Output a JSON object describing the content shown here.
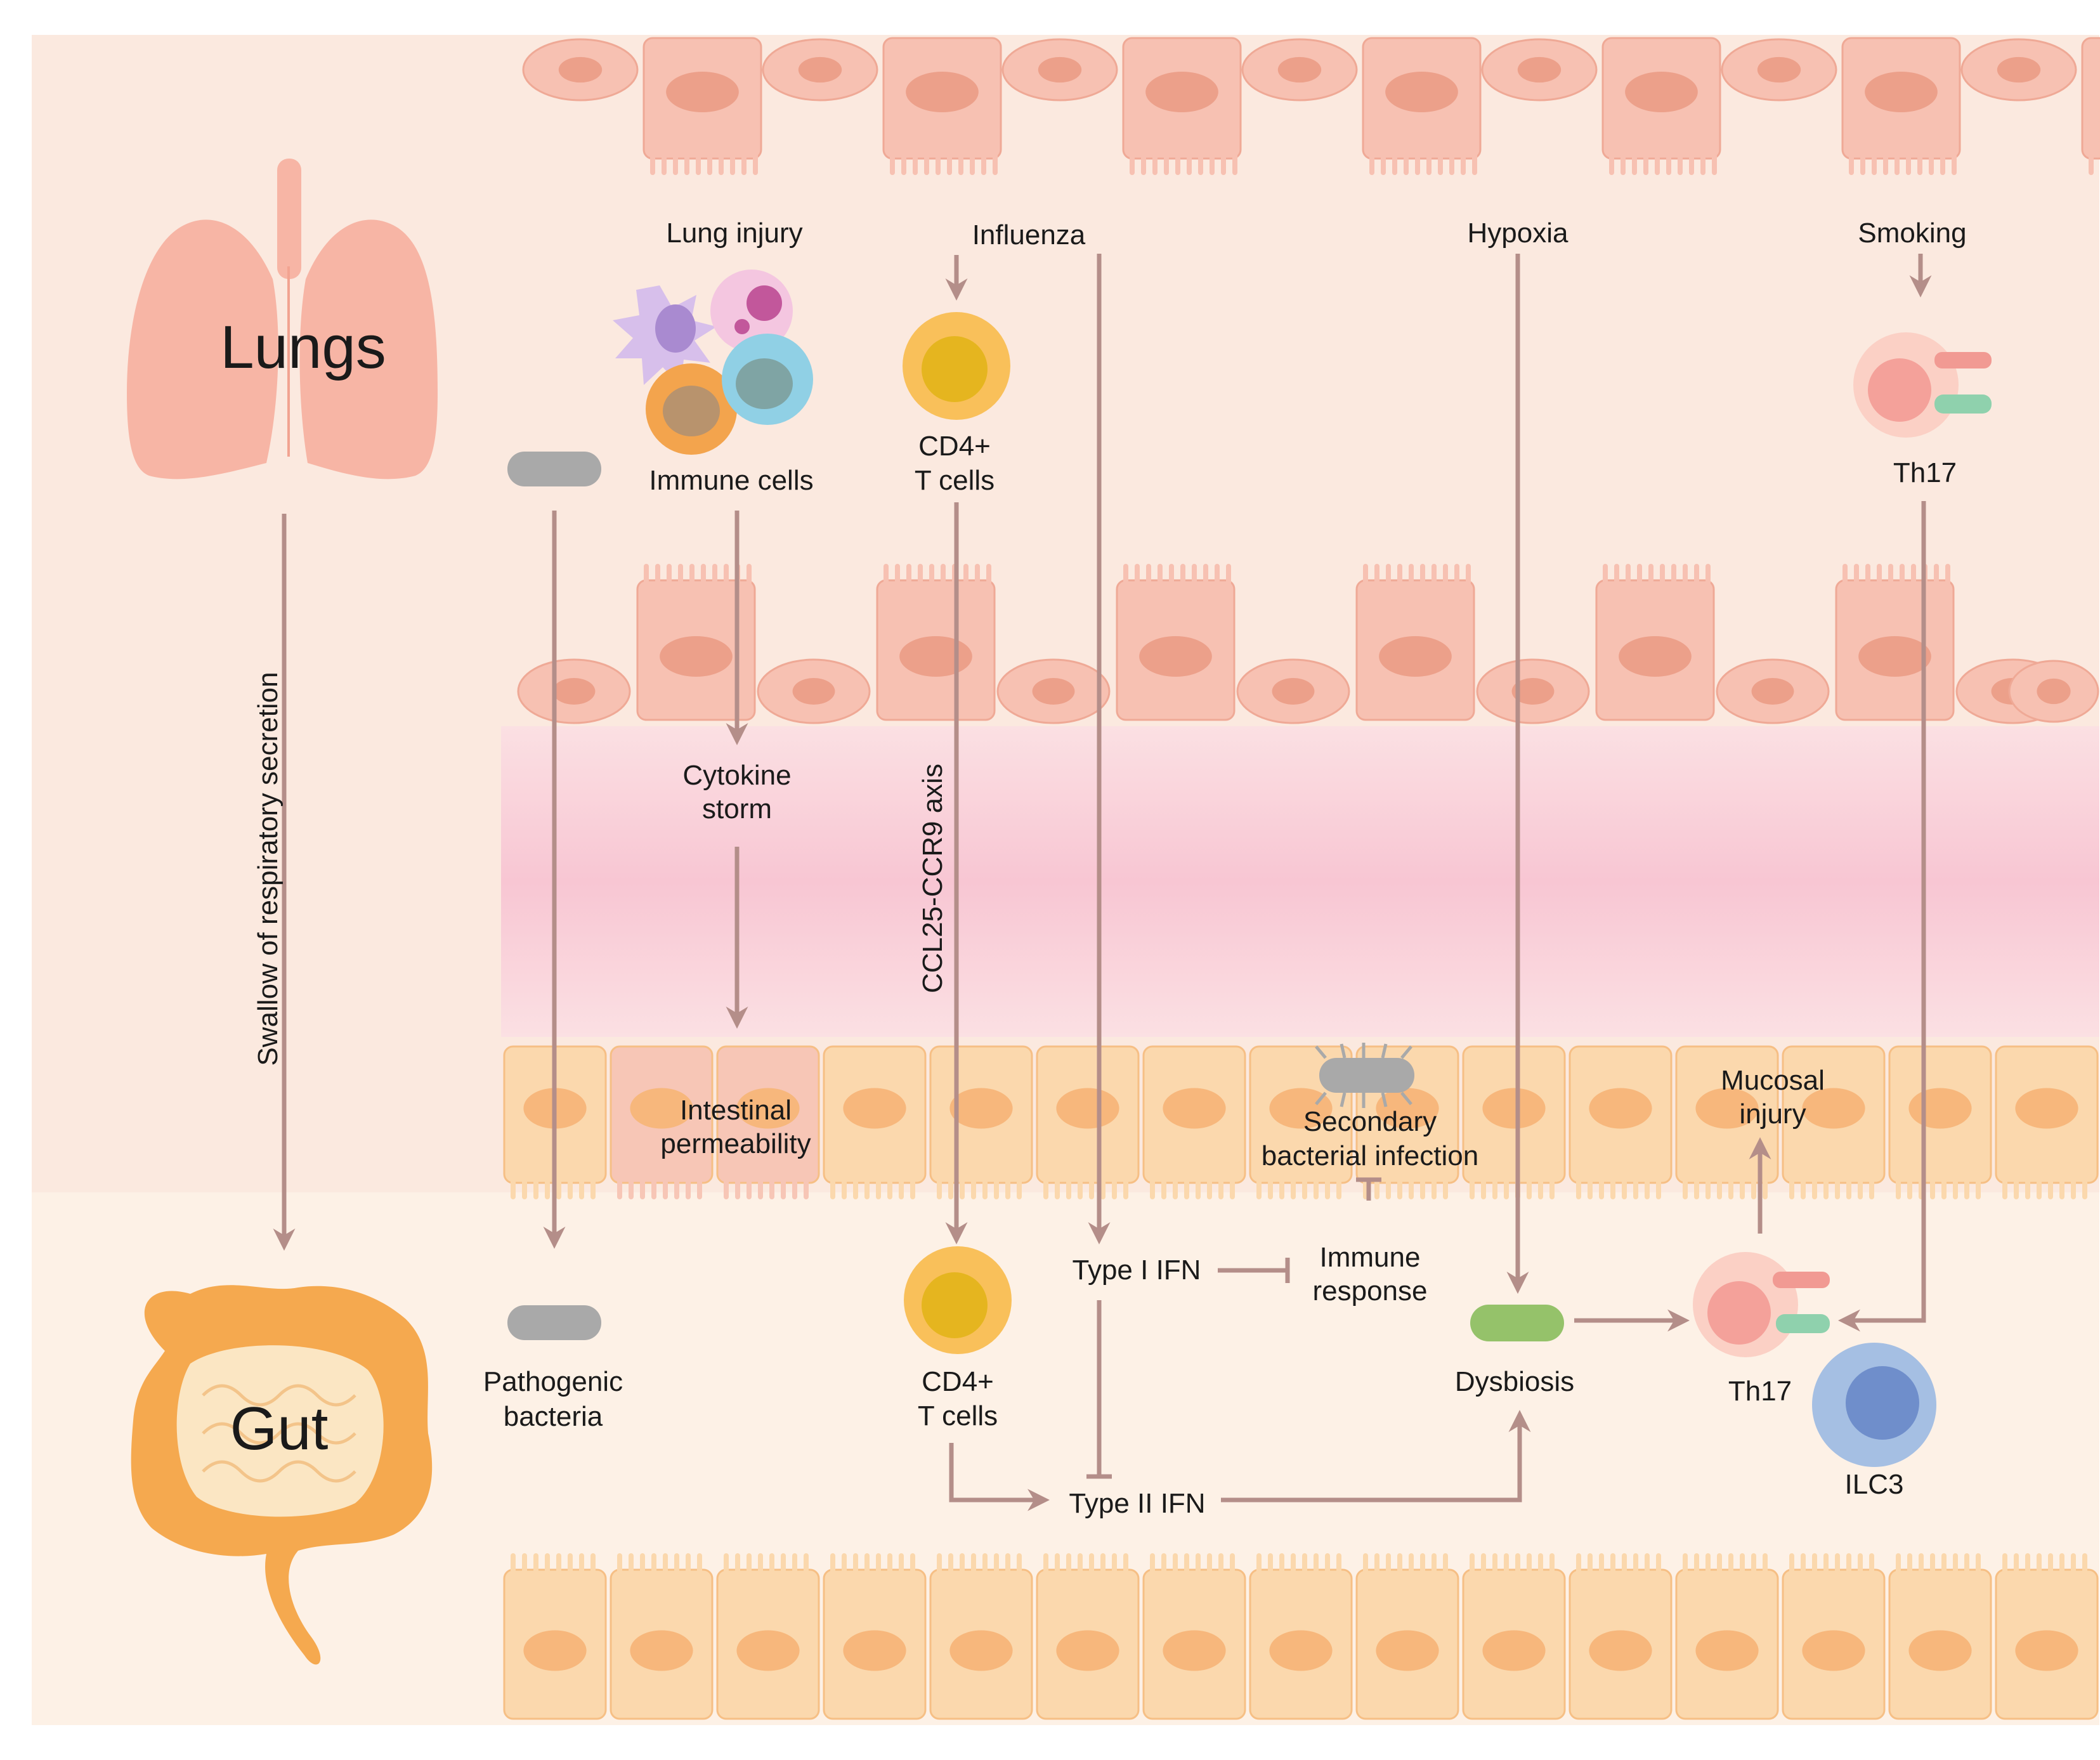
{
  "colors": {
    "page_bg": "#fbe9df",
    "lung_cell": "#f7c1b2",
    "lung_cell_edge": "#efa996",
    "lung_nucleus": "#eca08a",
    "gut_cell": "#fbd8ad",
    "gut_cell_edge": "#f6bf85",
    "gut_nucleus": "#f7b77c",
    "blood_band": "#f8c4d1",
    "arrow": "#b48e89",
    "lungs_organ": "#f7b5a5",
    "gut_organ": "#f5a94f",
    "gut_organ_inner": "#fbe6c3",
    "bacteria_grey": "#a9a9a9",
    "cd4_outer": "#f9c05a",
    "cd4_inner": "#e5b51f",
    "th17_outer": "#fbd0c5",
    "th17_inner": "#f4a19a",
    "receptor_red": "#f19a93",
    "receptor_green": "#8fd1ad",
    "dysbiosis_green": "#95c26a",
    "ilc3_outer": "#a5bfe3",
    "ilc3_inner": "#6f8ecb",
    "immune_purple": "#c6a7de",
    "immune_magenta": "#e59bcd",
    "immune_orange": "#f3a44d",
    "immune_cyan": "#90d0e5"
  },
  "icons": [
    "lungs-icon",
    "gut-icon",
    "bacteria-icon",
    "immune-cells-icon",
    "t-cell-icon",
    "th17-icon",
    "ilc3-icon",
    "dysbiosis-bacteria-icon",
    "pathogen-bacterium-icon"
  ],
  "organs": {
    "lungs": "Lungs",
    "gut": "Gut"
  },
  "side_label": "Swallow of respiratory secretion",
  "triggers": {
    "lung_injury": "Lung injury",
    "influenza": "Influenza",
    "hypoxia": "Hypoxia",
    "smoking": "Smoking"
  },
  "lung_side": {
    "immune_cells": "Immune cells",
    "cd4_line1": "CD4+",
    "cd4_line2": "T cells",
    "th17": "Th17"
  },
  "middle": {
    "cytokine_line1": "Cytokine",
    "cytokine_line2": "storm",
    "axis": "CCL25-CCR9 axis"
  },
  "gut_side": {
    "permeability_line1": "Intestinal",
    "permeability_line2": "permeability",
    "secondary_line1": "Secondary",
    "secondary_line2": "bacterial infection",
    "mucosal_line1": "Mucosal",
    "mucosal_line2": "injury",
    "pathogenic_line1": "Pathogenic",
    "pathogenic_line2": "bacteria",
    "cd4_line1": "CD4+",
    "cd4_line2": "T cells",
    "type1": "Type I IFN",
    "type2": "Type II IFN",
    "immune_line1": "Immune",
    "immune_line2": "response",
    "dysbiosis": "Dysbiosis",
    "th17": "Th17",
    "ilc3": "ILC3"
  }
}
